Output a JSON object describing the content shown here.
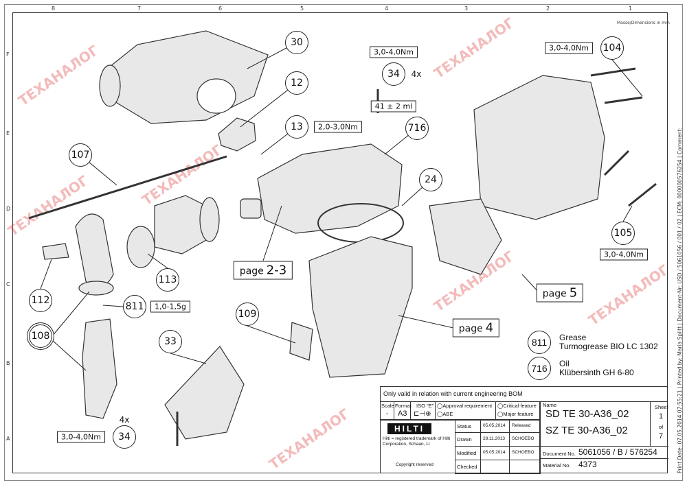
{
  "header": {
    "dimensions_note": "Masse/Dimensions in mm"
  },
  "zones": {
    "columns": [
      "8",
      "7",
      "6",
      "5",
      "4",
      "3",
      "2",
      "1"
    ],
    "rows": [
      "F",
      "E",
      "D",
      "C",
      "B",
      "A"
    ]
  },
  "watermark": "ТЕХАНАЛОГ",
  "callouts": {
    "c30": "30",
    "c12": "12",
    "c13": "13",
    "c34a": "34",
    "c716": "716",
    "c24": "24",
    "c107": "107",
    "c104": "104",
    "c105": "105",
    "c113": "113",
    "c112": "112",
    "c108": "108",
    "c811": "811",
    "c109": "109",
    "c33": "33",
    "c34b": "34"
  },
  "torques": {
    "t13": "2,0-3,0Nm",
    "t34a": "3,0-4,0Nm",
    "t104": "3,0-4,0Nm",
    "t105": "3,0-4,0Nm",
    "t811": "1,0-1,5g",
    "t34b": "3,0-4,0Nm",
    "oil": "41 ± 2 ml"
  },
  "qty": {
    "q34a": "4x",
    "q34b": "4x"
  },
  "pages": {
    "p23_label": "page",
    "p23": "2-3",
    "p4_label": "page",
    "p4": "4",
    "p5_label": "page",
    "p5": "5"
  },
  "legend": [
    {
      "num": "811",
      "title": "Grease",
      "name": "Turmogrease BIO LC 1302"
    },
    {
      "num": "716",
      "title": "Oil",
      "name": "Klübersinth GH 6-80"
    }
  ],
  "title_block": {
    "note": "Only valid in relation with current engineering BOM",
    "scale_label": "Scale",
    "scale": "-",
    "format_label": "Format",
    "format": "A3",
    "iso_label": "ISO \"E\"",
    "approval": "Approval requirement",
    "abe": "ABE",
    "critical": "Critical feature",
    "major": "Major feature",
    "logo": "HILTI",
    "trademark": "Hilti = registered trademark of Hilti Corporation, Schaan, LI",
    "copyright": "Copyright reserved",
    "status_label": "Status",
    "status_date": "05.05.2014",
    "status": "Released",
    "drawn_label": "Drawn",
    "drawn_date": "28.11.2013",
    "drawn_by": "SCHOEBO",
    "modified_label": "Modified",
    "modified_date": "05.05.2014",
    "modified_by": "SCHOEBO",
    "checked_label": "Checked",
    "name_label": "Name",
    "name1": "SD TE 30-A36_02",
    "name2": "SZ TE 30-A36_02",
    "sheet_label": "Sheet",
    "sheet": "1",
    "of_label": "of",
    "sheets": "7",
    "doc_label": "Document No.",
    "doc": "5061056 / B / 576254",
    "mat_label": "Material No.",
    "mat": "4373"
  },
  "print_info": "Print Date: 07.05.2014 07:55:21 | Printed by: Maria Splitt | Document-Nr: USD / 5061056 / 001 / 02 | ECM: 000000576254 | Comment:"
}
